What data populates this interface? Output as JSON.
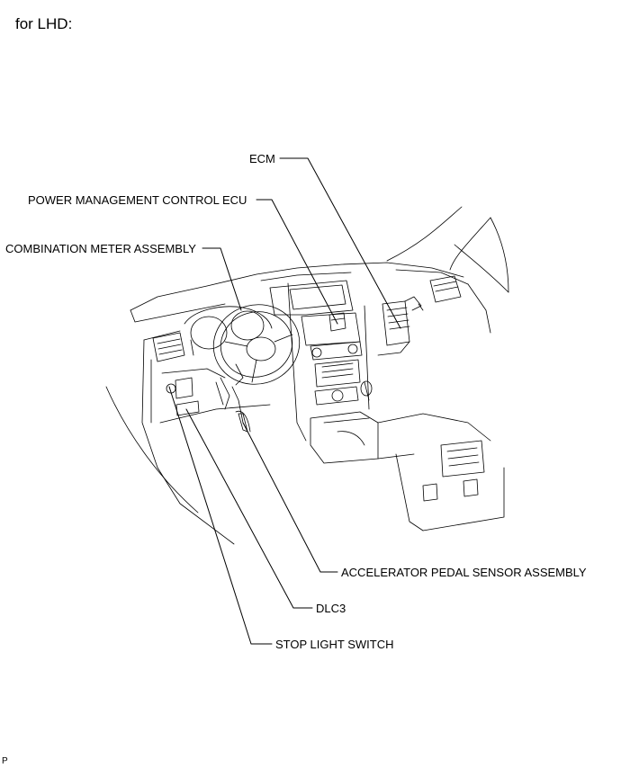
{
  "heading": "for LHD:",
  "corner_mark": "P",
  "labels": {
    "ecm": "ECM",
    "power_mgmt_ecu": "POWER MANAGEMENT CONTROL ECU",
    "combination_meter": "COMBINATION METER ASSEMBLY",
    "accel_pedal_sensor": "ACCELERATOR PEDAL SENSOR ASSEMBLY",
    "dlc3": "DLC3",
    "stop_light_switch": "STOP LIGHT SWITCH"
  }
}
